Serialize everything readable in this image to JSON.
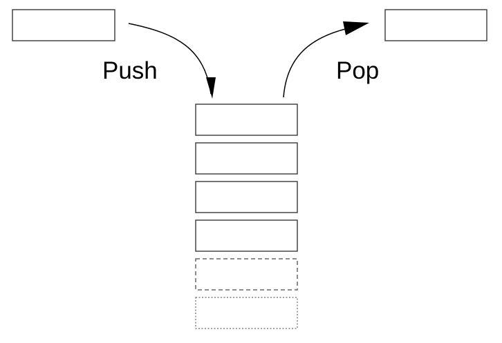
{
  "labels": {
    "push": "Push",
    "pop": "Pop"
  },
  "stack": {
    "slots": [
      {
        "state": "filled"
      },
      {
        "state": "filled"
      },
      {
        "state": "filled"
      },
      {
        "state": "filled"
      },
      {
        "state": "empty-dashed"
      },
      {
        "state": "empty-dotted"
      }
    ]
  },
  "colors": {
    "stroke": "#000000",
    "box_stroke": "#444444",
    "empty_stroke": "#666666",
    "background": "#ffffff"
  }
}
